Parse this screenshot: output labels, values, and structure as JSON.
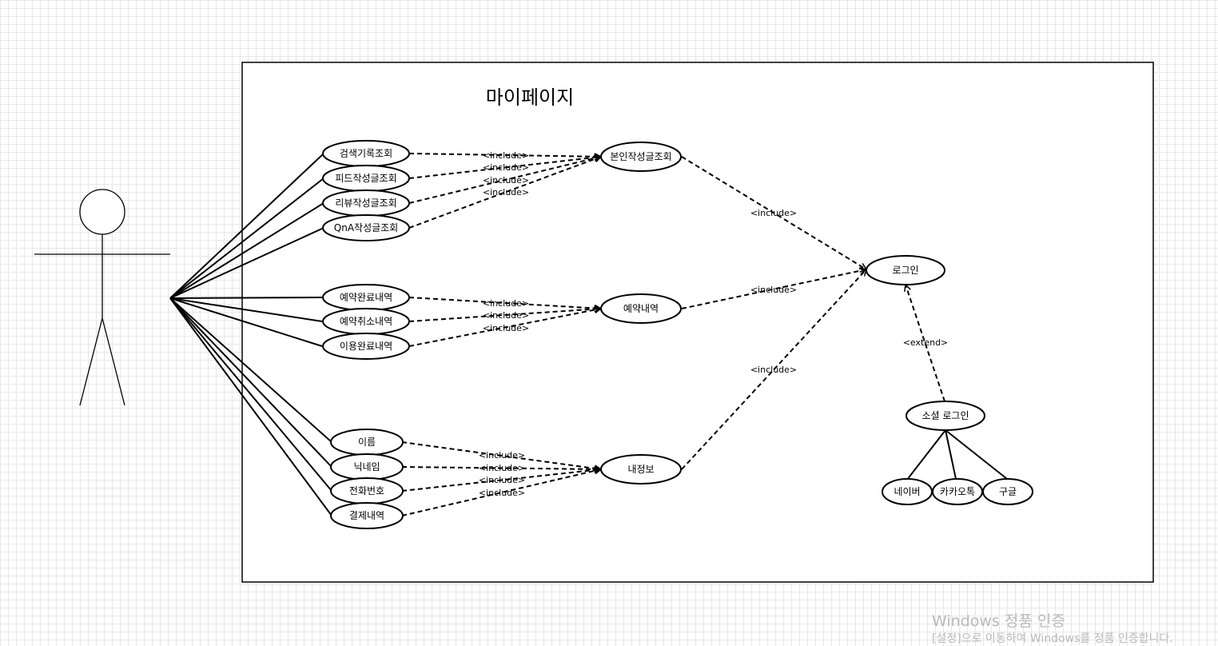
{
  "diagram": {
    "title": "마이페이지",
    "actor_name": "",
    "use_cases": {
      "search_history": "검색기록조회",
      "feed_posts": "피드작성글조회",
      "review_posts": "리뷰작성글조회",
      "qna_posts": "QnA작성글조회",
      "my_posts": "본인작성글조회",
      "reservation_done": "예약완료내역",
      "reservation_cancel": "예약취소내역",
      "usage_done": "이용완료내역",
      "reservations": "예약내역",
      "name": "이름",
      "nickname": "닉네임",
      "phone": "전화번호",
      "payments": "결제내역",
      "my_info": "내정보",
      "login": "로그인",
      "social_login": "소셜 로그인",
      "naver": "네이버",
      "kakaotalk": "카카오톡",
      "google": "구글"
    },
    "relations": {
      "include": "<include>",
      "extend": "<extend>"
    }
  },
  "watermark": {
    "line1": "Windows 정품 인증",
    "line2": "[설정]으로 이동하여 Windows를 정품 인증합니다."
  }
}
